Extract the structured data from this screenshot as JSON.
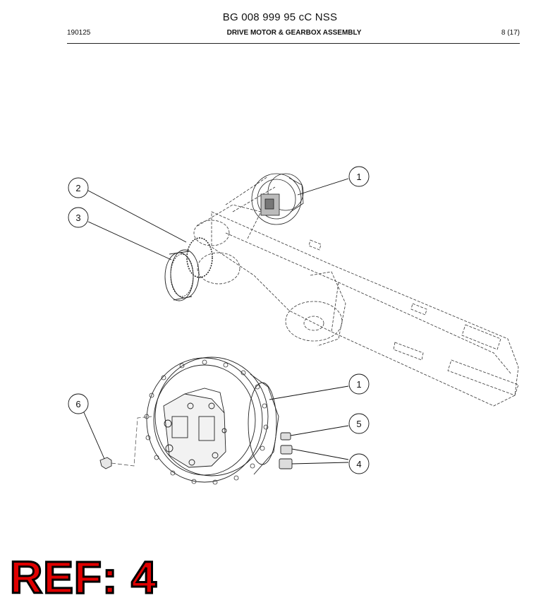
{
  "header": {
    "document_number": "BG 008 999 95 cC NSS",
    "date_code": "190125",
    "section_title": "DRIVE MOTOR & GEARBOX ASSEMBLY",
    "page": "8 (17)"
  },
  "callouts": [
    "1",
    "2",
    "3",
    "1",
    "6",
    "5",
    "4"
  ],
  "ref_label": "REF: 4"
}
